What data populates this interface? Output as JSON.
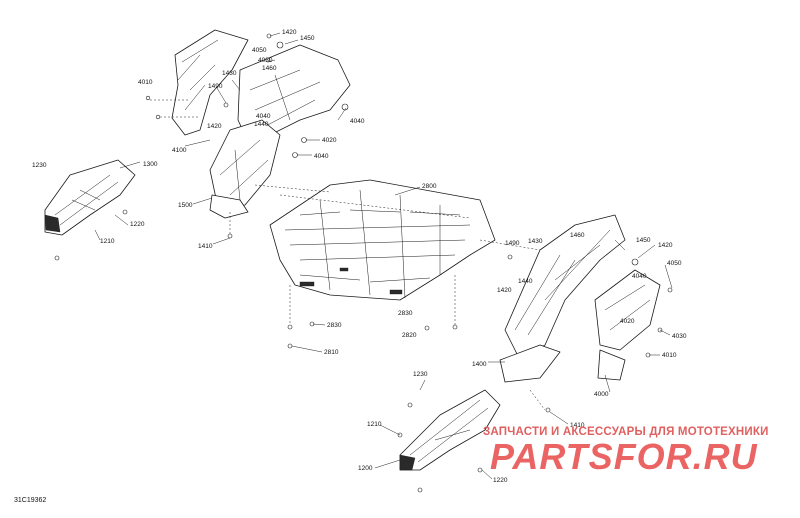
{
  "diagram": {
    "reference_code": "31C19362",
    "watermark": {
      "line1": "ЗАПЧАСТИ И АКСЕССУАРЫ ДЛЯ МОТОТЕХНИКИ",
      "logo": "PARTSFOR.RU"
    },
    "callouts": [
      "1420",
      "1450",
      "4050",
      "4030",
      "1460",
      "1430",
      "1490",
      "4010",
      "4040",
      "4020",
      "1420",
      "4040",
      "4100",
      "1500",
      "1410",
      "1230",
      "1300",
      "1220",
      "1210",
      "2800",
      "1490",
      "1430",
      "1460",
      "1450",
      "1420",
      "1420",
      "1440",
      "4040",
      "4050",
      "4020",
      "4030",
      "4010",
      "1400",
      "4000",
      "1410",
      "2830",
      "2820",
      "2830",
      "2810",
      "1230",
      "1210",
      "1200",
      "1220",
      "4040",
      "1440"
    ],
    "colors": {
      "line": "#1a1a1a",
      "watermark": "#e84a4a"
    }
  }
}
